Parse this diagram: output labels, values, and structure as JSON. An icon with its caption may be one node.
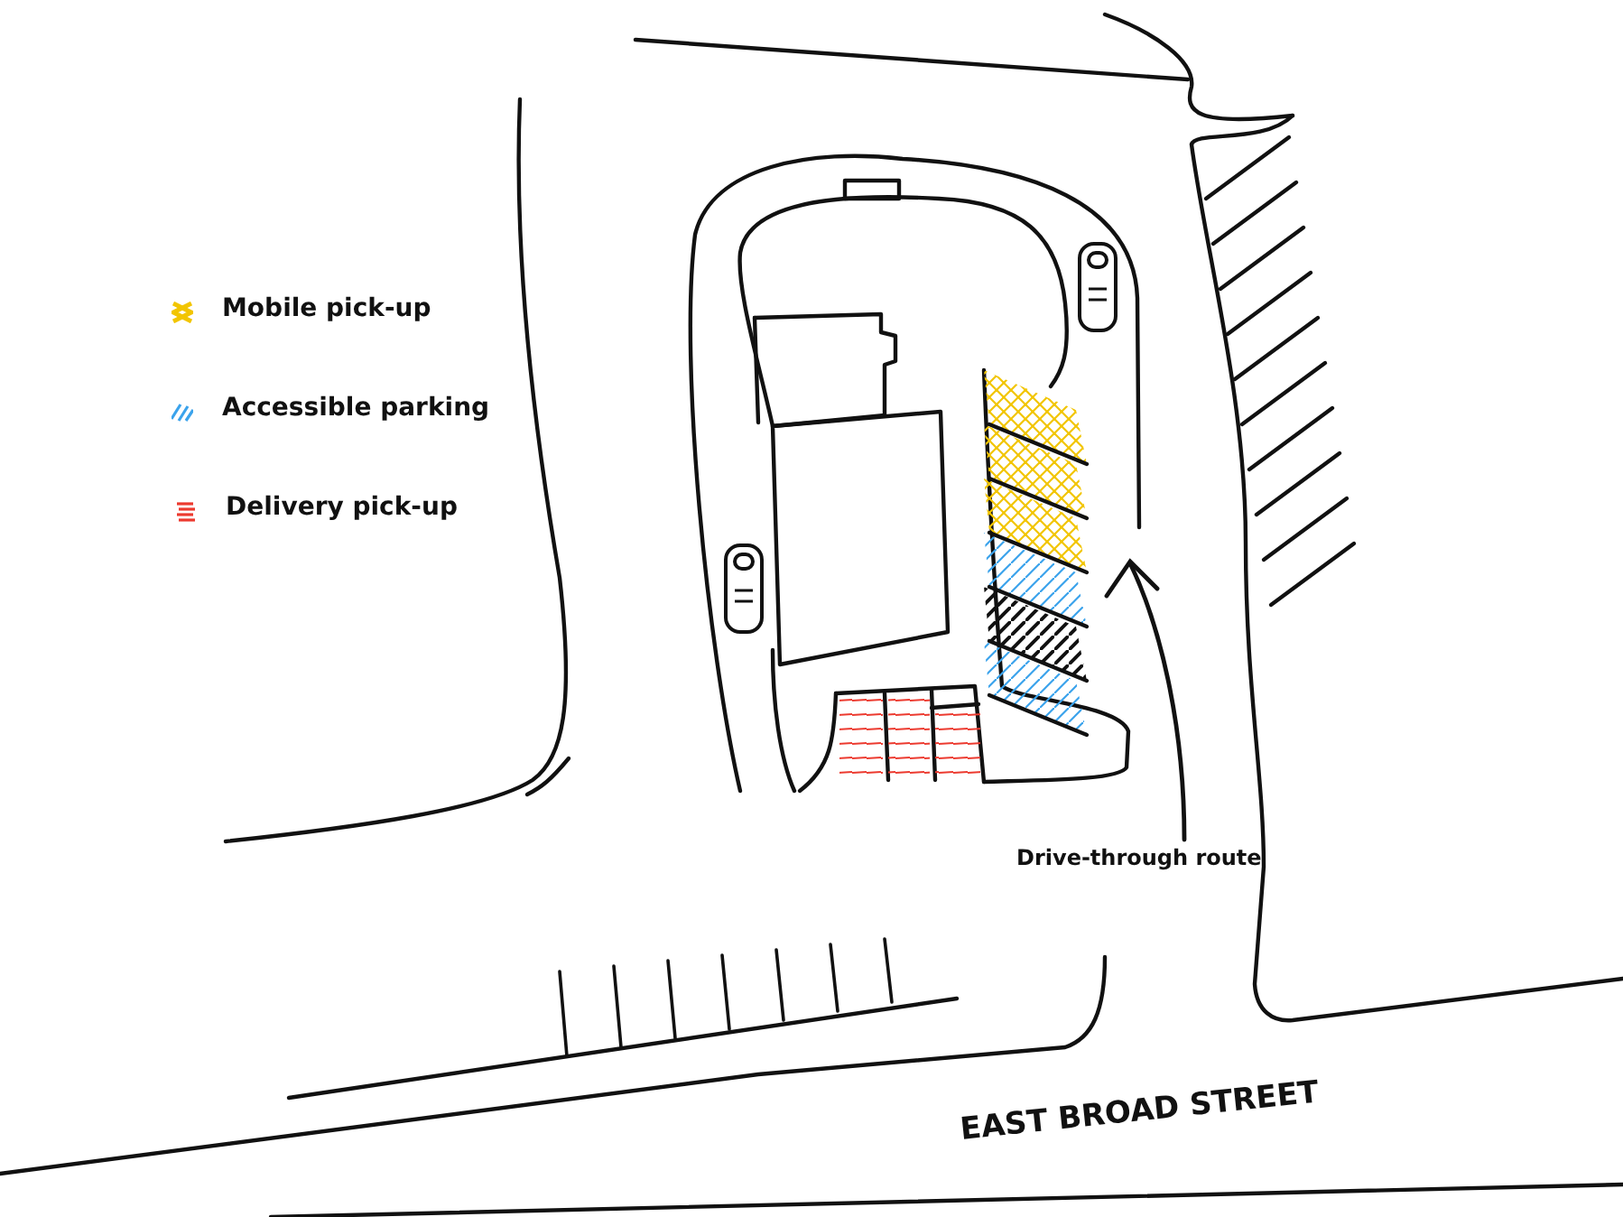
{
  "diagram": {
    "labels": [
      "Drive-through route",
      "EAST BROAD STREET"
    ],
    "legend": [
      {
        "text": "Mobile pick-up",
        "color": "#f2c500"
      },
      {
        "text": "Accessible parking",
        "color": "#3ba3ec"
      },
      {
        "text": "Delivery pick-up",
        "color": "#ec3a2f"
      }
    ]
  }
}
